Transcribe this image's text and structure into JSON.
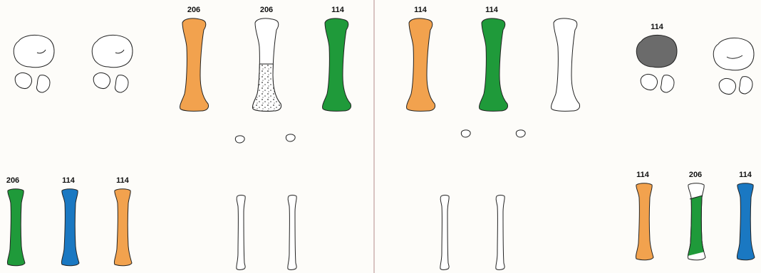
{
  "colors": {
    "orange": "#f2a24e",
    "green": "#1f9a3a",
    "blue": "#1a78c2",
    "gray": "#6b6b6b",
    "outline": "#222222",
    "white": "#ffffff"
  },
  "labels": {
    "top_orange_left": "206",
    "top_stippled": "206",
    "top_green_left": "114",
    "top_orange_right": "114",
    "top_green_right": "114",
    "skull_gray": "114",
    "bottom_green_left": "206",
    "bottom_blue_left": "114",
    "bottom_orange_left": "114",
    "bottom_orange_right": "114",
    "bottom_split": "206",
    "bottom_blue_right": "114"
  }
}
